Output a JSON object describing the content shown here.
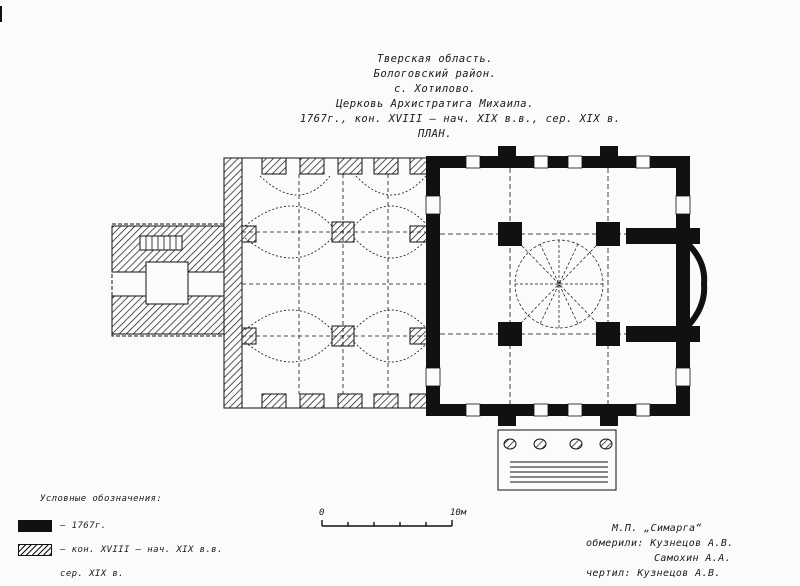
{
  "title": {
    "region": "Тверская область.",
    "district": "Бологовский район.",
    "village": "с. Хотилово.",
    "church": "Церковь Архистратига Михаила.",
    "dating": "1767г., кон. XVIII – нач. XIX в.в., сер. XIX в.",
    "sheet": "ПЛАН."
  },
  "legend": {
    "heading": "Условные обозначения:",
    "items": [
      {
        "label": "– 1767г.",
        "swatch": "black"
      },
      {
        "label": "– кон. XVIII – нач. XIX в.в.",
        "swatch": "hatch"
      },
      {
        "label": "сер. XIX в.",
        "swatch": "empty"
      }
    ]
  },
  "scale": {
    "start": "0",
    "end": "10м"
  },
  "credits": {
    "org": "М.П. „Симарга“",
    "measured_label": "обмерили: Кузнецов А.В.",
    "measured_2": "Самохин А.А.",
    "drawn": "чертил: Кузнецов А.В."
  },
  "colors": {
    "ink": "#111111",
    "paper": "#fbfbf9"
  }
}
